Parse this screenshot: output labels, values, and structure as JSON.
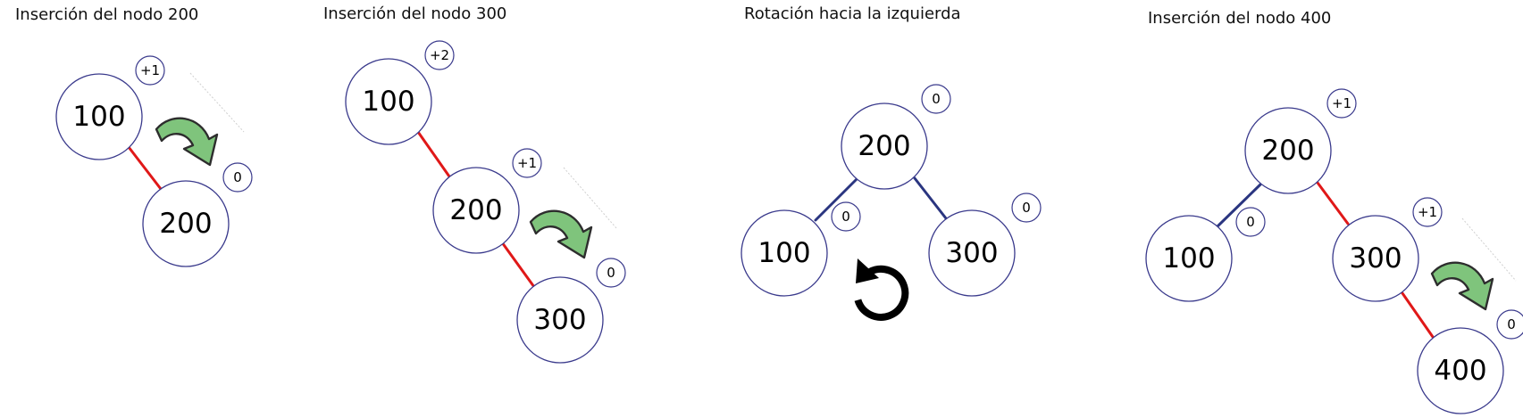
{
  "colors": {
    "unbalanced_edge": "#e01818",
    "balanced_edge": "#2a3580"
  },
  "panels": [
    {
      "title": "Inserción del nodo 200",
      "nodes": [
        {
          "value": "100",
          "balance": "+1"
        },
        {
          "value": "200",
          "balance": "0"
        }
      ]
    },
    {
      "title": "Inserción del nodo 300",
      "nodes": [
        {
          "value": "100",
          "balance": "+2"
        },
        {
          "value": "200",
          "balance": "+1"
        },
        {
          "value": "300",
          "balance": "0"
        }
      ]
    },
    {
      "title": "Rotación hacia la izquierda",
      "nodes": [
        {
          "value": "200",
          "balance": "0"
        },
        {
          "value": "100",
          "balance": "0"
        },
        {
          "value": "300",
          "balance": "0"
        }
      ],
      "icon": "rotate-counterclockwise-icon"
    },
    {
      "title": "Inserción del nodo 400",
      "nodes": [
        {
          "value": "200",
          "balance": "+1"
        },
        {
          "value": "100",
          "balance": "0"
        },
        {
          "value": "300",
          "balance": "+1"
        },
        {
          "value": "400",
          "balance": "0"
        }
      ]
    }
  ]
}
